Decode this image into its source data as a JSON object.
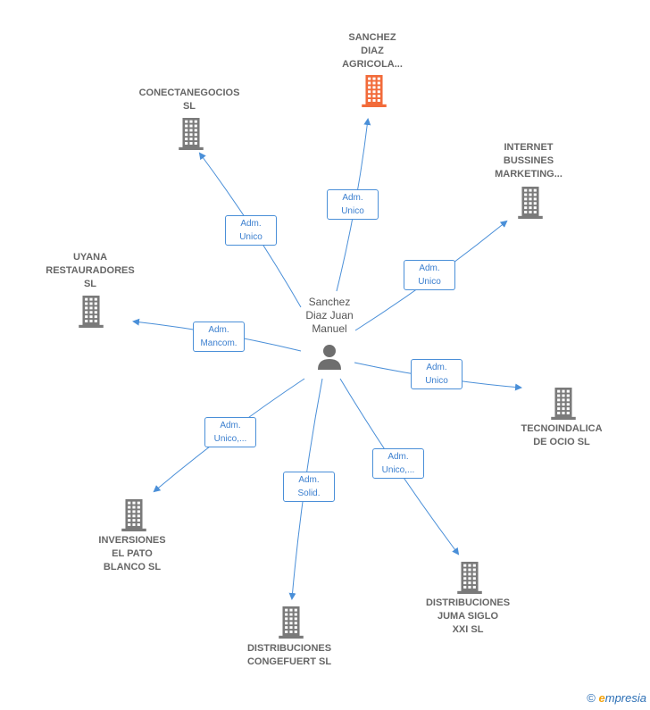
{
  "center": {
    "label_lines": [
      "Sanchez",
      "Diaz Juan",
      "Manuel"
    ],
    "icon": "person-icon"
  },
  "colors": {
    "edge": "#4a8fd8",
    "building": "#7a7a7a",
    "focus_building": "#f26b3a",
    "person": "#6e6e6e"
  },
  "companies": [
    {
      "id": "sanchez-diaz",
      "label_lines": [
        "SANCHEZ",
        "DIAZ",
        "AGRICOLA..."
      ],
      "role": [
        "Adm.",
        "Unico"
      ],
      "focus": true,
      "icon": "building-icon"
    },
    {
      "id": "conectanegocios",
      "label_lines": [
        "CONECTANEGOCIOS",
        "SL"
      ],
      "role": [
        "Adm.",
        "Unico"
      ],
      "focus": false,
      "icon": "building-icon"
    },
    {
      "id": "internet-bussines",
      "label_lines": [
        "INTERNET",
        "BUSSINES",
        "MARKETING..."
      ],
      "role": [
        "Adm.",
        "Unico"
      ],
      "focus": false,
      "icon": "building-icon"
    },
    {
      "id": "uyana",
      "label_lines": [
        "UYANA",
        "RESTAURADORES",
        "SL"
      ],
      "role": [
        "Adm.",
        "Mancom."
      ],
      "focus": false,
      "icon": "building-icon"
    },
    {
      "id": "tecnoindalica",
      "label_lines": [
        "TECNOINDALICA",
        "DE OCIO  SL"
      ],
      "role": [
        "Adm.",
        "Unico"
      ],
      "focus": false,
      "icon": "building-icon"
    },
    {
      "id": "inversiones",
      "label_lines": [
        "INVERSIONES",
        "EL PATO",
        "BLANCO  SL"
      ],
      "role": [
        "Adm.",
        "Unico,..."
      ],
      "focus": false,
      "icon": "building-icon"
    },
    {
      "id": "congefuert",
      "label_lines": [
        "DISTRIBUCIONES",
        "CONGEFUERT SL"
      ],
      "role": [
        "Adm.",
        "Solid."
      ],
      "focus": false,
      "icon": "building-icon"
    },
    {
      "id": "juma",
      "label_lines": [
        "DISTRIBUCIONES",
        "JUMA SIGLO",
        "XXI SL"
      ],
      "role": [
        "Adm.",
        "Unico,..."
      ],
      "focus": false,
      "icon": "building-icon"
    }
  ],
  "footer": {
    "copyright": "©",
    "brand_initial": "e",
    "brand_rest": "mpresia"
  }
}
